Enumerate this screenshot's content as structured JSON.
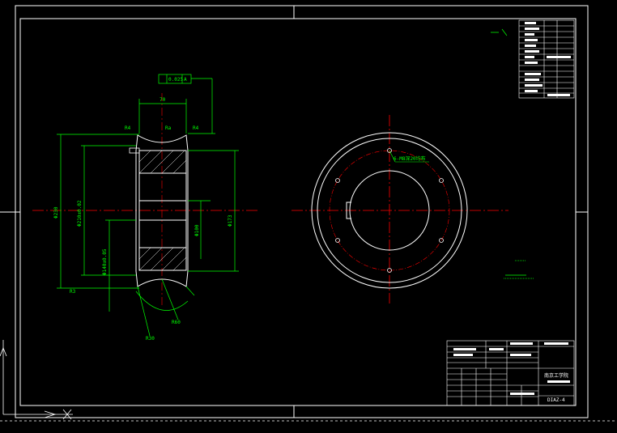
{
  "colors": {
    "background": "#000000",
    "frame": "#ffffff",
    "dimension": "#00ff00",
    "centerline": "#ff0000",
    "hatch": "#ffffff"
  },
  "section_view": {
    "dim_width_top": "70",
    "dim_radius_left": "R4",
    "dim_radius_right": "R4",
    "dim_outer_dia": "Φ230",
    "dim_mid_dia": "Φ210±0.02",
    "dim_right_dia": "Φ173",
    "dim_hub_dia": "Φ100",
    "dim_bore_dia": "Φ140±0.05",
    "dim_bottom_left": "R3",
    "dim_arc_r": "R30",
    "dim_arc_angle": "R60",
    "tolerance_frame_value": "0.025",
    "tolerance_frame_datum": "A",
    "surface_note": "Ra"
  },
  "front_view": {
    "hole_note": "6-M8深20均布"
  },
  "title_block": {
    "school": "南京工学院",
    "part_no": "DIAZ-4"
  }
}
